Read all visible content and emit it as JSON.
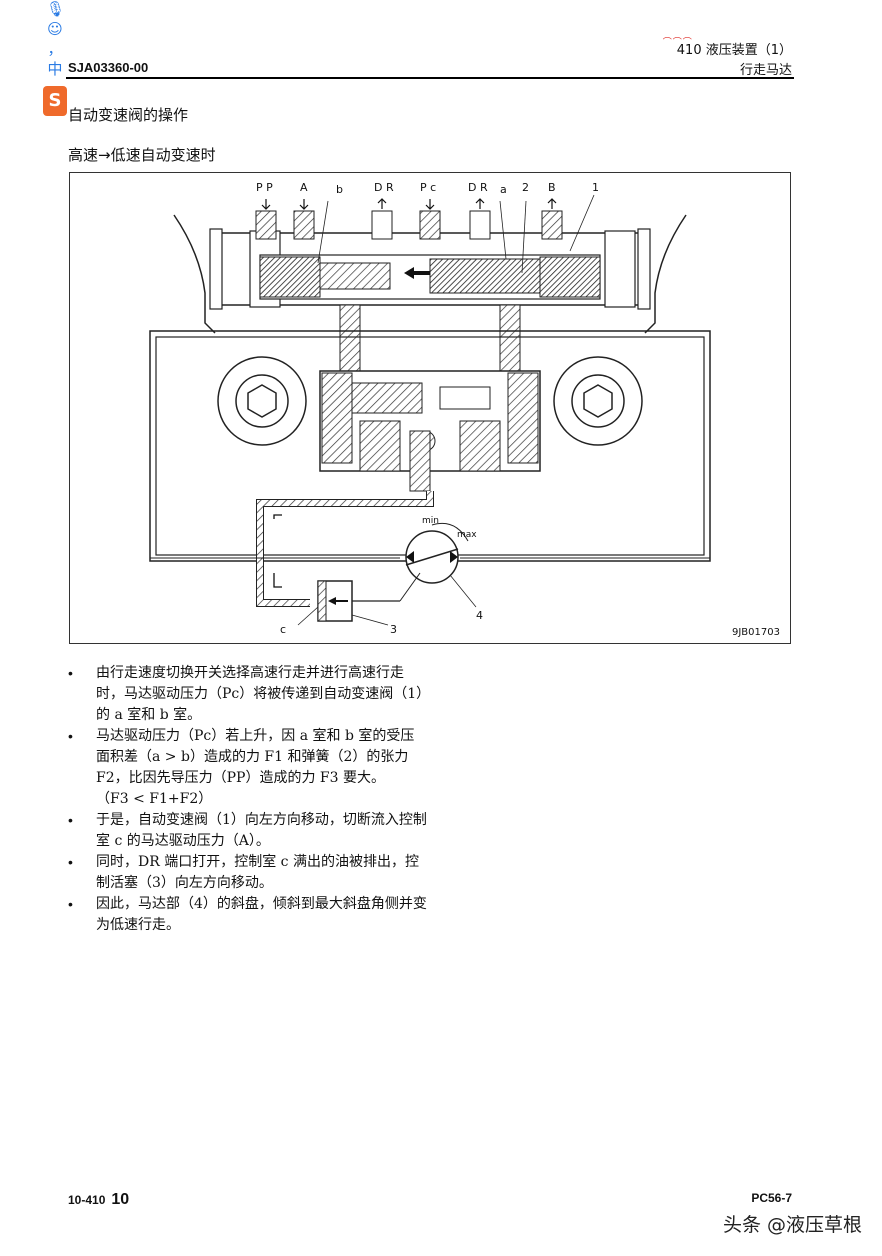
{
  "header": {
    "doc_id": "SJA03360-00",
    "section": "410 液压装置（1）",
    "subsection": "行走马达"
  },
  "toolbar": {
    "icons": [
      "microphone-icon",
      "smiley-icon",
      "comma-icon",
      "chinese-input-icon",
      "sogou-logo-icon"
    ],
    "logo_glyph": "S"
  },
  "content": {
    "title": "自动变速阀的操作",
    "subtitle": "高速→低速自动变速时"
  },
  "figure": {
    "code": "9JB01703",
    "port_labels": [
      "P P",
      "A",
      "b",
      "D R",
      "P c",
      "D R",
      "a",
      "2",
      "B",
      "1"
    ],
    "callouts": [
      "c",
      "3",
      "4"
    ],
    "swash_labels": [
      "min",
      "max"
    ]
  },
  "bullets": [
    {
      "text": "由行走速度切换开关选择高速行走并进行高速行走时，马达驱动压力（Pc）将被传递到自动变速阀（1）的 a 室和 b 室。",
      "bullet": true
    },
    {
      "text": "马达驱动压力（Pc）若上升，因 a 室和 b 室的受压面积差（a > b）造成的力 F1 和弹簧（2）的张力 F2，比因先导压力（PP）造成的力 F3 要大。",
      "bullet": true
    },
    {
      "text": "（F3 < F1+F2）",
      "bullet": false
    },
    {
      "text": "于是，自动变速阀（1）向左方向移动，切断流入控制室 c 的马达驱动压力（A）。",
      "bullet": true
    },
    {
      "text": "同时，DR 端口打开，控制室 c 满出的油被排出，控制活塞（3）向左方向移动。",
      "bullet": true
    },
    {
      "text": "因此，马达部（4）的斜盘，倾斜到最大斜盘角侧并变为低速行走。",
      "bullet": true
    }
  ],
  "footer": {
    "page_prefix": "10-410",
    "page_number": "10",
    "model": "PC56-7",
    "watermark": "头条 @液压草根"
  }
}
